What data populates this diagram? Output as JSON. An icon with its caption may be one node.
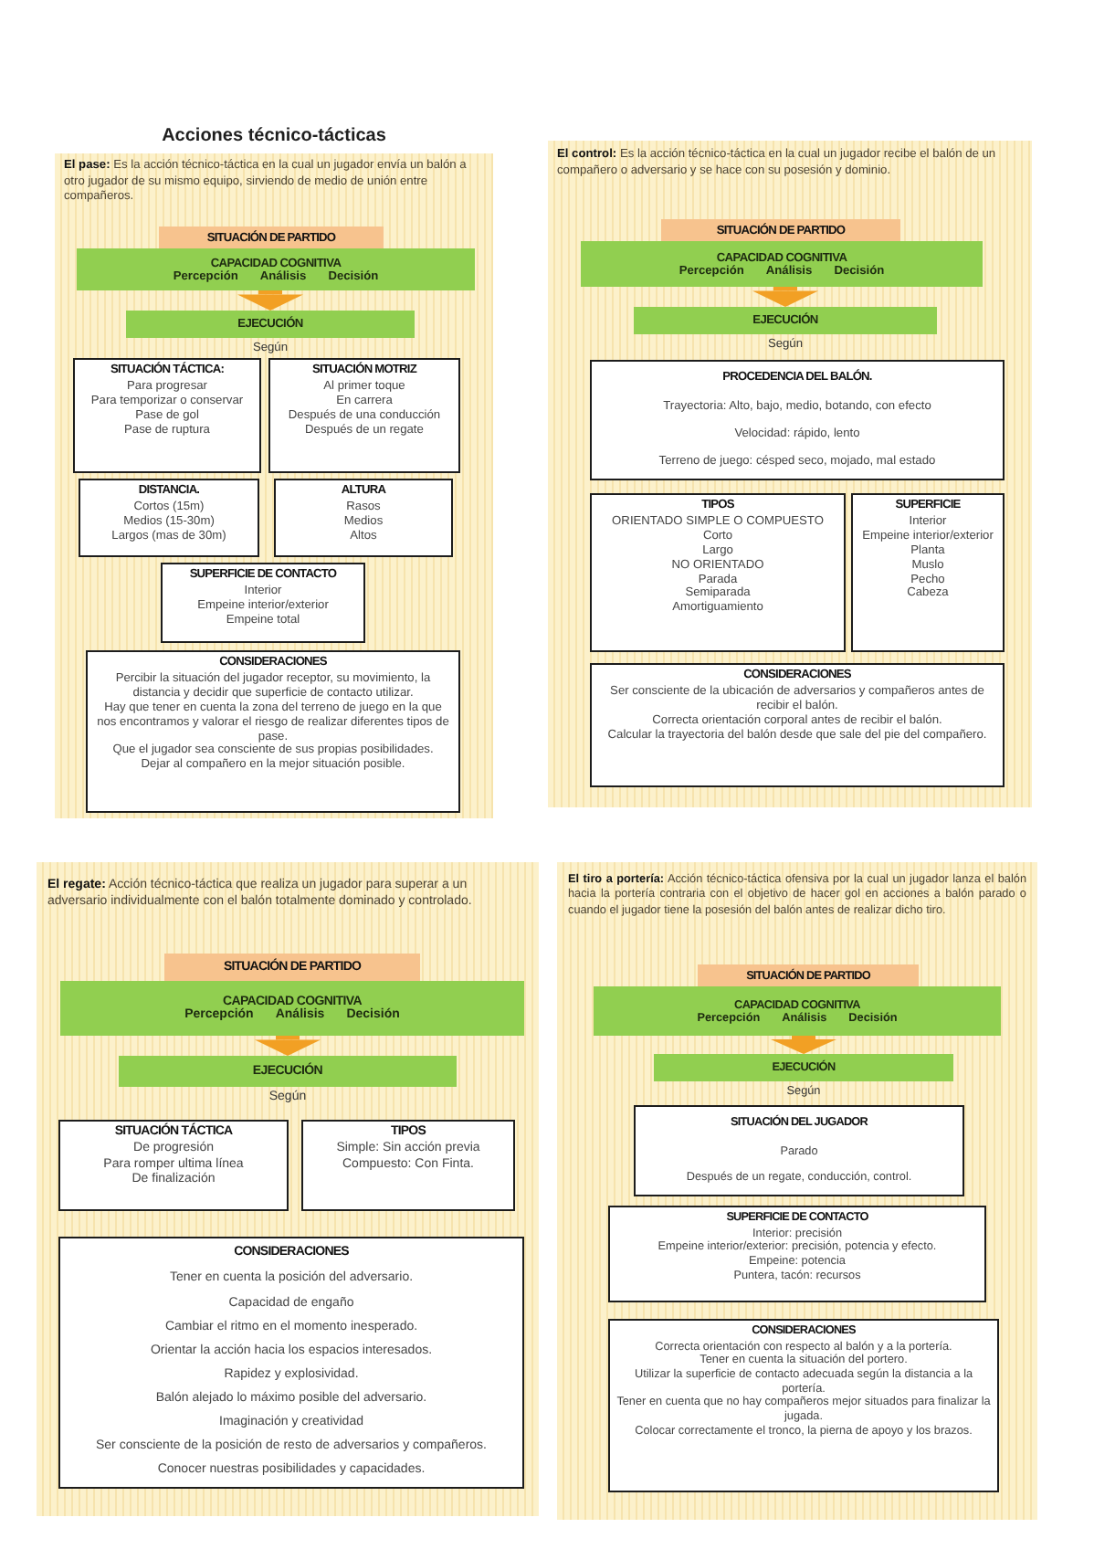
{
  "diagram": {
    "title": "Acciones técnico-tácticas",
    "nodes": [
      {
        "text": [
          "**El pase:** Es la acción técnico-táctica en la cual un jugador envía un balón a otro jugador de su mismo equipo, sirviendo de medio de unión entre compañeros."
        ]
      },
      {
        "text": [
          "SITUACIÓN DE PARTIDO"
        ],
        "in": 0
      },
      {
        "text": [
          "CAPACIDAD COGNITIVA",
          "Percepción",
          "Análisis",
          "Decisión"
        ],
        "in": 0
      },
      {
        "text": [
          "EJECUCIÓN"
        ],
        "in": 0,
        "beside": [
          "Según"
        ]
      },
      {
        "text": [
          "SITUACIÓN TÁCTICA:",
          "Para progresar",
          "Para temporizar o conservar",
          "Pase de gol",
          "Pase de ruptura"
        ],
        "in": 0
      },
      {
        "text": [
          "SITUACIÓN MOTRIZ",
          "Al primer toque",
          "En carrera",
          "Después de una conducción",
          "Después de un regate"
        ],
        "in": 0
      },
      {
        "text": [
          "DISTANCIA.",
          "Cortos (15m)",
          "Medios (15-30m)",
          "Largos (mas de 30m)"
        ],
        "in": 0
      },
      {
        "text": [
          "ALTURA",
          "Rasos",
          "Medios",
          "Altos"
        ],
        "in": 0
      },
      {
        "text": [
          "SUPERFICIE DE CONTACTO",
          "Interior",
          "Empeine interior/exterior",
          "Empeine total"
        ],
        "in": 0
      },
      {
        "text": [
          "CONSIDERACIONES",
          "Percibir la situación del jugador receptor, su movimiento, la distancia y decidir que superficie de contacto utilizar.",
          "Hay que tener en cuenta la zona del terreno de juego en la que nos encontramos y valorar el riesgo de realizar diferentes tipos de pase.",
          "Que el jugador sea consciente de sus propias posibilidades.",
          "Dejar al compañero en la mejor situación posible."
        ],
        "in": 0
      },
      {
        "text": [
          "**El control:** Es la acción técnico-táctica en la cual un jugador recibe el balón de un compañero o adversario y se hace con su posesión y dominio."
        ]
      },
      {
        "text": [
          "SITUACIÓN DE PARTIDO"
        ],
        "in": 10
      },
      {
        "text": [
          "CAPACIDAD COGNITIVA",
          "Percepción",
          "Análisis",
          "Decisión"
        ],
        "in": 10
      },
      {
        "text": [
          "EJECUCIÓN"
        ],
        "in": 10,
        "beside": [
          "Según"
        ]
      },
      {
        "text": [
          "PROCEDENCIA DEL BALÓN.",
          "Trayectoria: Alto, bajo, medio, botando, con efecto",
          "Velocidad: rápido, lento",
          "Terreno de juego: césped seco, mojado, mal estado"
        ],
        "in": 10
      },
      {
        "text": [
          "TIPOS",
          "ORIENTADO SIMPLE O COMPUESTO",
          "Corto",
          "Largo",
          "NO ORIENTADO",
          "Parada",
          "Semiparada",
          "Amortiguamiento"
        ],
        "in": 10
      },
      {
        "text": [
          "SUPERFICIE",
          "Interior",
          "Empeine interior/exterior",
          "Planta",
          "Muslo",
          "Pecho",
          "Cabeza"
        ],
        "in": 10
      },
      {
        "text": [
          "CONSIDERACIONES",
          "Ser consciente de la ubicación de adversarios y compañeros antes de recibir el balón.",
          "Correcta orientación corporal antes de recibir el balón.",
          "Calcular la trayectoria del balón desde que sale del pie del compañero."
        ],
        "in": 10
      },
      {
        "text": [
          "**El regate:** Acción técnico-táctica que realiza un jugador para superar a un adversario individualmente con el balón totalmente dominado y controlado."
        ]
      },
      {
        "text": [
          "SITUACIÓN DE PARTIDO"
        ],
        "in": 18
      },
      {
        "text": [
          "CAPACIDAD COGNITIVA",
          "Percepción",
          "Análisis",
          "Decisión"
        ],
        "in": 18
      },
      {
        "text": [
          "EJECUCIÓN"
        ],
        "in": 18,
        "beside": [
          "Según"
        ]
      },
      {
        "text": [
          "SITUACIÓN TÁCTICA",
          "De progresión",
          "Para romper ultima línea",
          "De finalización"
        ],
        "in": 18
      },
      {
        "text": [
          "TIPOS",
          "Simple: Sin acción previa",
          "Compuesto: Con Finta."
        ],
        "in": 18
      },
      {
        "text": [
          "CONSIDERACIONES",
          "Tener en cuenta la posición del adversario.",
          "Capacidad de engaño",
          "Cambiar el ritmo en el momento inesperado.",
          "Orientar la acción hacia los espacios interesados.",
          "Rapidez y explosividad.",
          "Balón alejado lo máximo posible del adversario.",
          "Imaginación y creatividad",
          "Ser consciente de la posición de resto de adversarios y compañeros.",
          "Conocer nuestras posibilidades y capacidades."
        ],
        "in": 18
      },
      {
        "text": [
          "**El tiro a portería:** Acción técnico-táctica ofensiva por la cual un jugador lanza el balón hacia la portería contraria con el objetivo de hacer gol en acciones a balón parado o cuando el jugador tiene la posesión del balón antes de realizar dicho tiro."
        ]
      },
      {
        "text": [
          "SITUACIÓN DE PARTIDO"
        ],
        "in": 25
      },
      {
        "text": [
          "CAPACIDAD COGNITIVA",
          "Percepción",
          "Análisis",
          "Decisión"
        ],
        "in": 25
      },
      {
        "text": [
          "EJECUCIÓN"
        ],
        "in": 25,
        "beside": [
          "Según"
        ]
      },
      {
        "text": [
          "SITUACIÓN DEL JUGADOR",
          "Parado",
          "Después de un regate, conducción, control."
        ],
        "in": 25
      },
      {
        "text": [
          "SUPERFICIE DE CONTACTO",
          "Interior: precisión",
          "Empeine interior/exterior: precisión, potencia y efecto.",
          "Empeine: potencia",
          "Puntera, tacón: recursos"
        ],
        "in": 25
      },
      {
        "text": [
          "CONSIDERACIONES",
          "Correcta orientación con respecto al balón y a la portería.",
          "Tener en cuenta la situación del portero.",
          "Utilizar la superficie de contacto adecuada según la distancia a la portería.",
          "Tener en cuenta que no hay compañeros mejor situados para finalizar la jugada.",
          "Colocar correctamente el tronco, la pierna de apoyo y los brazos."
        ],
        "in": 25
      }
    ],
    "edges": [
      {
        "from": 2,
        "to": 3,
        "arrow": "to"
      },
      {
        "from": 12,
        "to": 13,
        "arrow": "to"
      },
      {
        "from": 20,
        "to": 21,
        "arrow": "to"
      },
      {
        "from": 27,
        "to": 28,
        "arrow": "to"
      }
    ]
  }
}
